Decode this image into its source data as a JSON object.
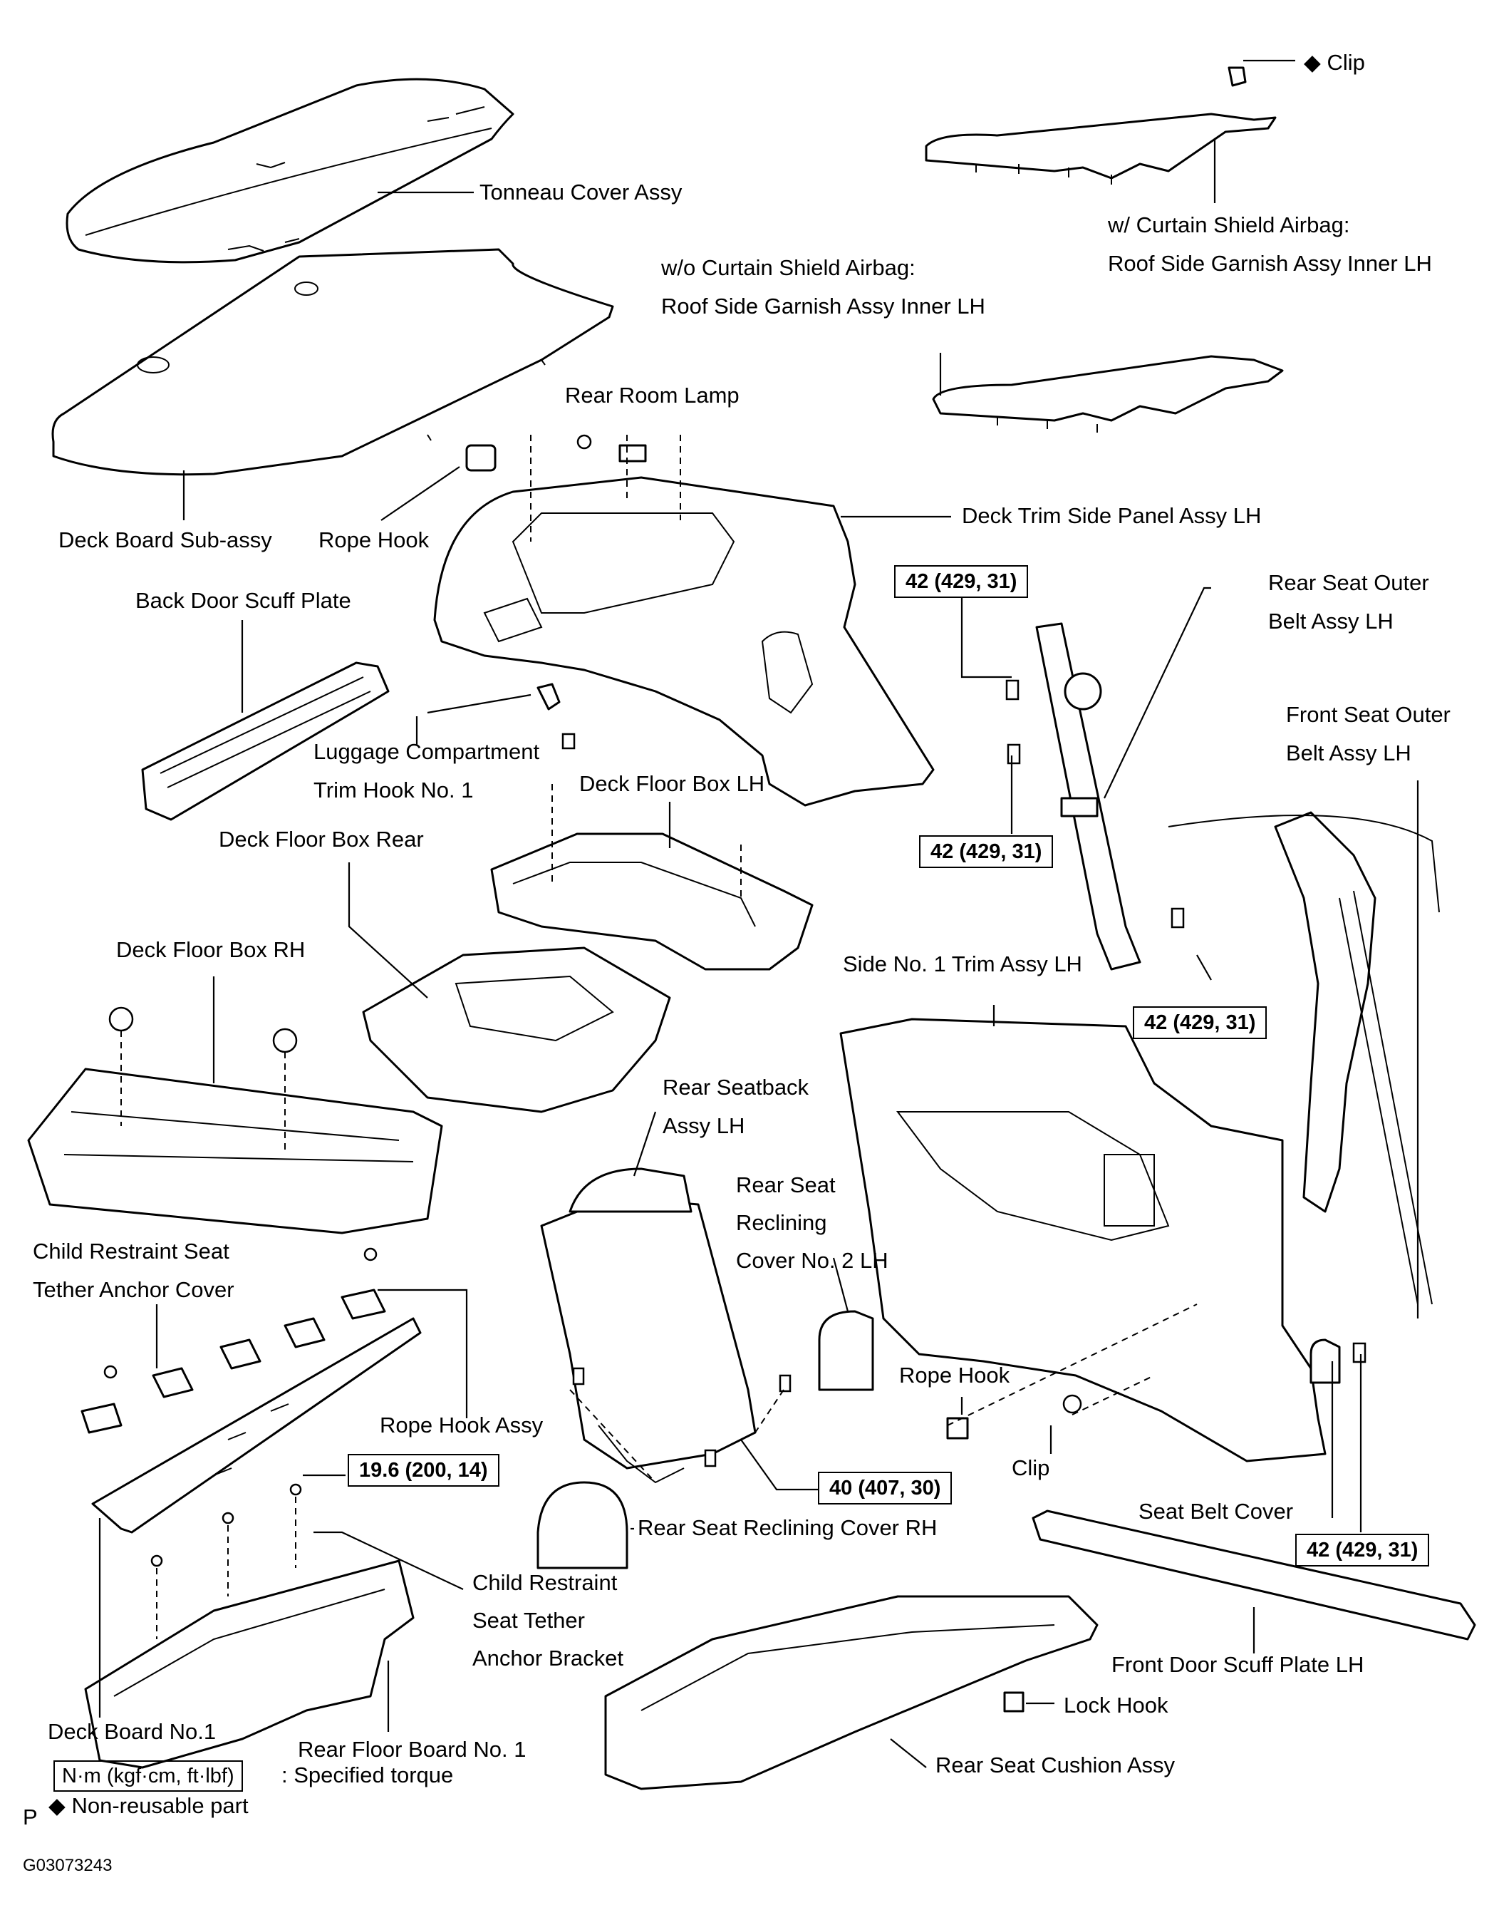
{
  "figure": {
    "id_code": "G03073243",
    "corner_letter": "P"
  },
  "labels": {
    "clip_top": "Clip",
    "tonneau_cover": "Tonneau Cover Assy",
    "with_airbag_1": "w/ Curtain Shield Airbag:",
    "with_airbag_2": "Roof Side Garnish Assy Inner LH",
    "without_airbag_1": "w/o Curtain Shield Airbag:",
    "without_airbag_2": "Roof Side Garnish Assy Inner LH",
    "rear_room_lamp": "Rear Room Lamp",
    "deck_board_subassy": "Deck Board Sub-assy",
    "rope_hook_top": "Rope Hook",
    "deck_trim_side_panel": "Deck Trim Side Panel Assy LH",
    "back_door_scuff": "Back Door Scuff Plate",
    "rear_seat_outer_belt_1": "Rear Seat Outer",
    "rear_seat_outer_belt_2": "Belt Assy LH",
    "front_seat_outer_belt_1": "Front Seat Outer",
    "front_seat_outer_belt_2": "Belt Assy LH",
    "luggage_hook_1": "Luggage Compartment",
    "luggage_hook_2": "Trim Hook No. 1",
    "deck_floor_box_lh": "Deck Floor Box LH",
    "deck_floor_box_rear": "Deck Floor Box Rear",
    "deck_floor_box_rh": "Deck Floor Box RH",
    "side_no1_trim": "Side No. 1 Trim Assy LH",
    "rear_seatback_1": "Rear Seatback",
    "rear_seatback_2": "Assy LH",
    "reclining_cover_no2_1": "Rear Seat",
    "reclining_cover_no2_2": "Reclining",
    "reclining_cover_no2_3": "Cover No. 2 LH",
    "child_cover_1": "Child Restraint Seat",
    "child_cover_2": "Tether Anchor Cover",
    "rope_hook_assy": "Rope Hook Assy",
    "rope_hook_mid": "Rope Hook",
    "clip_mid": "Clip",
    "seat_belt_cover": "Seat Belt Cover",
    "reclining_cover_rh": "Rear Seat Reclining Cover RH",
    "child_bracket_1": "Child Restraint",
    "child_bracket_2": "Seat Tether",
    "child_bracket_3": "Anchor Bracket",
    "front_door_scuff": "Front Door Scuff Plate LH",
    "lock_hook": "Lock Hook",
    "deck_board_no1": "Deck Board No.1",
    "rear_floor_board_no1": "Rear Floor Board No. 1",
    "rear_seat_cushion": "Rear Seat Cushion Assy"
  },
  "torques": {
    "t1": "42 (429, 31)",
    "t2": "42 (429, 31)",
    "t3": "42 (429, 31)",
    "t4": "42 (429, 31)",
    "t5": "19.6 (200, 14)",
    "t6": "40 (407, 30)"
  },
  "legend": {
    "torque_units": "N·m (kgf·cm, ft·lbf)",
    "torque_desc": ": Specified torque",
    "nonreusable": "◆ Non-reusable part",
    "clip_marker": "◆"
  }
}
